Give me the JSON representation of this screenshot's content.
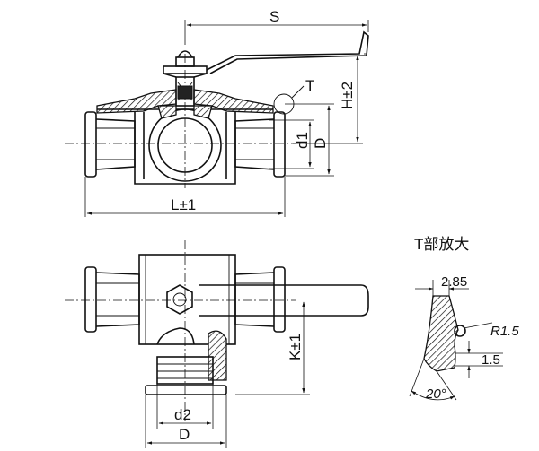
{
  "top_view": {
    "label_s": "S",
    "label_h": "H±2",
    "label_t": "T",
    "label_d1": "d1",
    "label_d": "D",
    "label_l": "L±1"
  },
  "bottom_view": {
    "label_k": "K±1",
    "label_d2": "d2",
    "label_d": "D"
  },
  "detail": {
    "title": "T部放大",
    "dim_width": "2.85",
    "dim_radius": "R1.5",
    "dim_step": "1.5",
    "dim_angle": "20°"
  }
}
